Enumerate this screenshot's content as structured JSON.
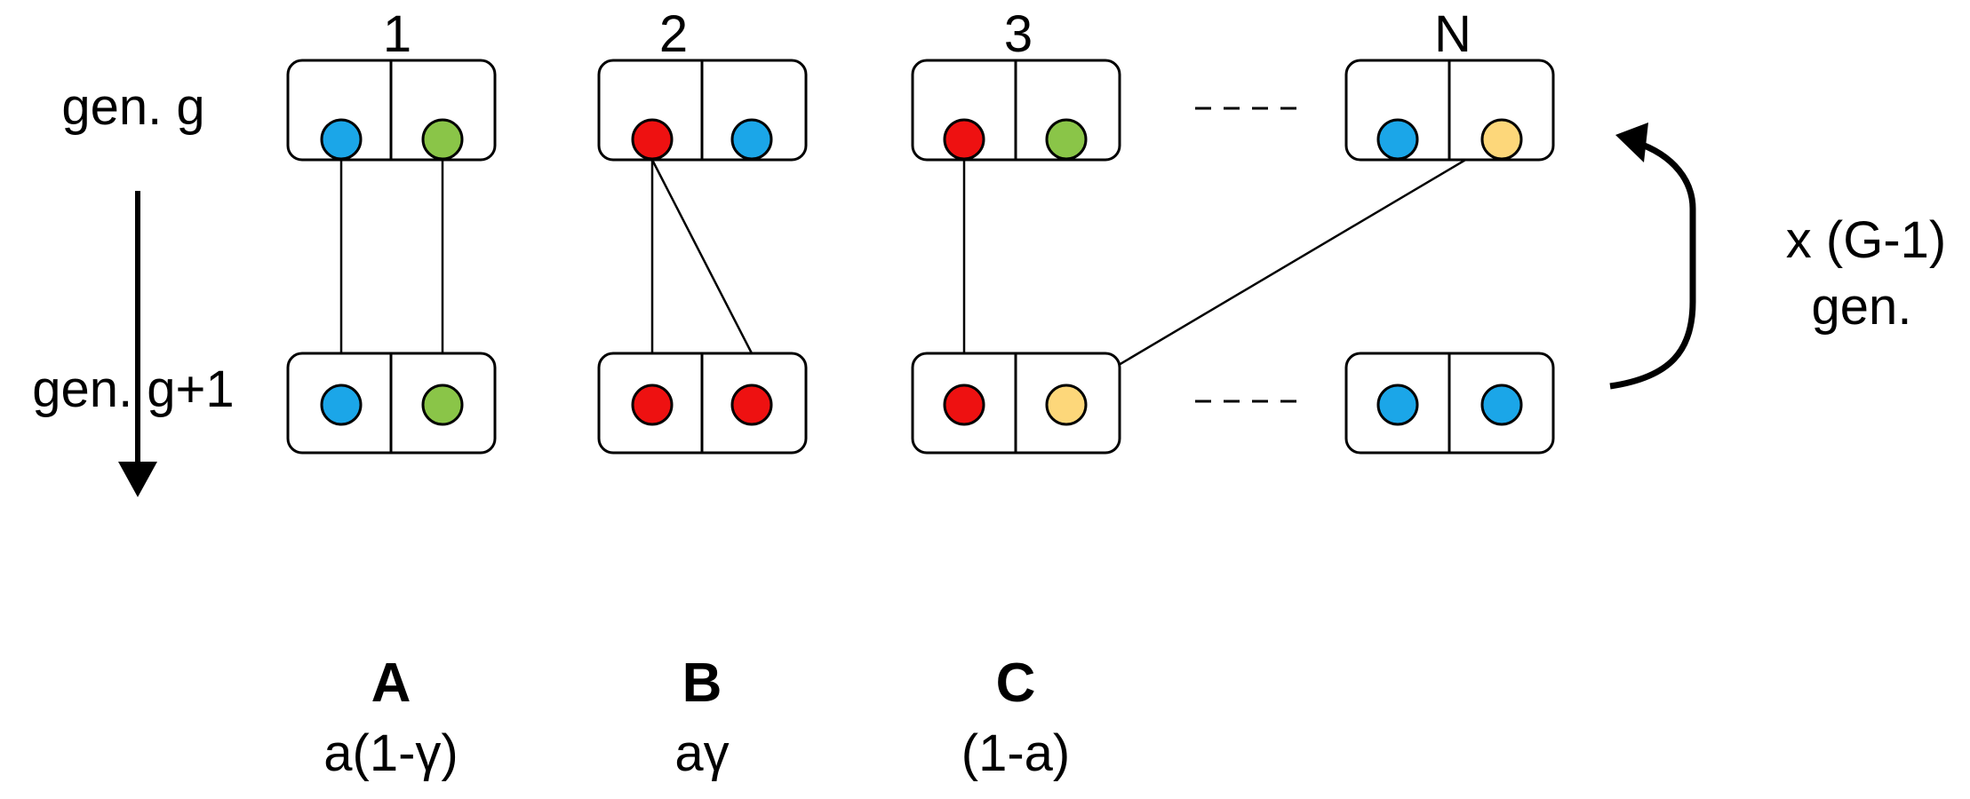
{
  "columns": [
    "1",
    "2",
    "3",
    "N"
  ],
  "rows": {
    "top": "gen. g",
    "bottom": "gen. g+1"
  },
  "repeat": {
    "line1": "x (G-1)",
    "line2": "gen."
  },
  "cases": [
    {
      "letter": "A",
      "prob": "a(1-γ)"
    },
    {
      "letter": "B",
      "prob": "aγ"
    },
    {
      "letter": "C",
      "prob": "(1-a)"
    }
  ],
  "colors": {
    "blue": "#1ba6e8",
    "green": "#8ac548",
    "red": "#ee1111",
    "yellow": "#fdd77a"
  },
  "allele_colors": {
    "col1": {
      "top": [
        "blue",
        "green"
      ],
      "bottom": [
        "blue",
        "green"
      ]
    },
    "col2": {
      "top": [
        "red",
        "blue"
      ],
      "bottom": [
        "red",
        "red"
      ]
    },
    "col3": {
      "top": [
        "red",
        "green"
      ],
      "bottom": [
        "red",
        "yellow"
      ]
    },
    "colN": {
      "top": [
        "blue",
        "yellow"
      ],
      "bottom": [
        "blue",
        "blue"
      ]
    }
  }
}
